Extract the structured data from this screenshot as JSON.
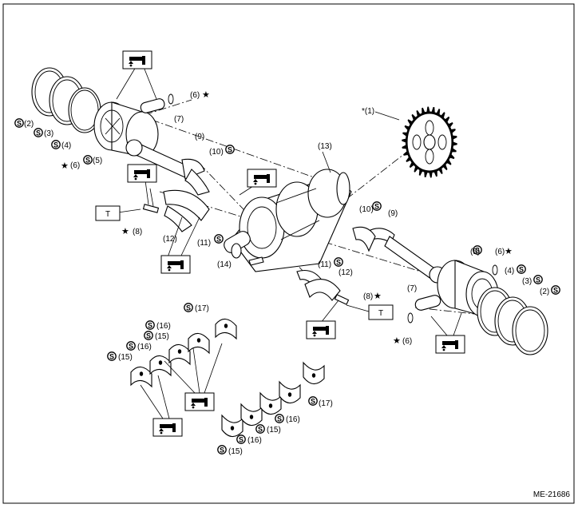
{
  "figure_code": "ME-21686",
  "torque_box": "T",
  "symbols": {
    "sealant": "S",
    "star": "★",
    "oil_can_icon": "oil-can-icon",
    "torque_icon": "torque-wrench-marker"
  },
  "labels": {
    "crank_sprocket": "*(1)",
    "ring_2": "(2)",
    "ring_3": "(3)",
    "ring_4": "(4)",
    "piston_5": "(5)",
    "circlip_6": "(6)",
    "pin_7": "(7)",
    "bolt_8": "(8)",
    "rod_9": "(9)",
    "bearing_10": "(10)",
    "bearing_11": "(11)",
    "cap_12": "(12)",
    "crankshaft_13": "(13)",
    "key_14": "(14)",
    "main_bearing_15": "(15)",
    "main_bearing_16": "(16)",
    "main_bearing_17": "(17)"
  },
  "colors": {
    "line": "#000000",
    "background": "#ffffff"
  }
}
